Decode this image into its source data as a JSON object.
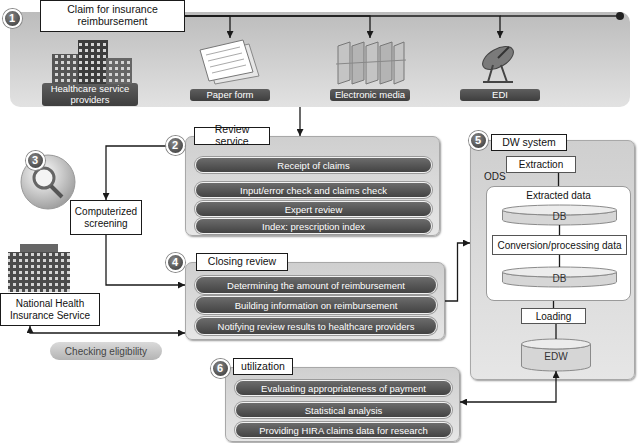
{
  "diagram": {
    "nodes": [
      {
        "text": [
          "Claim for insurance reimbursement"
        ]
      },
      {
        "text": [
          "Healthcare service providers"
        ],
        "in": 0
      },
      {
        "text": [
          "Paper form"
        ],
        "in": 0
      },
      {
        "text": [
          "Electronic media"
        ],
        "in": 0
      },
      {
        "text": [
          "EDI"
        ],
        "in": 0
      },
      {
        "text": [
          "Review service"
        ]
      },
      {
        "text": [
          "Receipt of claims"
        ],
        "in": 5
      },
      {
        "text": [
          "Input/error check and claims check"
        ],
        "in": 5
      },
      {
        "text": [
          "Expert review"
        ],
        "in": 5
      },
      {
        "text": [
          "Index: prescription index"
        ],
        "in": 5
      },
      {
        "text": [
          "Computerized screening"
        ]
      },
      {
        "text": [
          "National Health Insurance Service"
        ]
      },
      {
        "text": [
          "Checking eligibility"
        ]
      },
      {
        "text": [
          "Closing review"
        ]
      },
      {
        "text": [
          "Determining the amount of reimbursement"
        ],
        "in": 13
      },
      {
        "text": [
          "Building information on reimbursement"
        ],
        "in": 13
      },
      {
        "text": [
          "Notifying review results to healthcare providers"
        ],
        "in": 13
      },
      {
        "text": [
          "DW system"
        ]
      },
      {
        "text": [
          "Extraction"
        ],
        "in": 17
      },
      {
        "text": [
          "Extracted data"
        ],
        "in": 17
      },
      {
        "text": [
          "DB"
        ],
        "in": 19
      },
      {
        "text": [
          "Conversion/processing data"
        ],
        "in": 19
      },
      {
        "text": [
          "DB"
        ],
        "in": 19
      },
      {
        "text": [
          "Loading"
        ],
        "in": 17
      },
      {
        "text": [
          "EDW"
        ],
        "in": 17
      },
      {
        "text": [
          "utilization"
        ]
      },
      {
        "text": [
          "Evaluating appropriateness of payment"
        ],
        "in": 25
      },
      {
        "text": [
          "Statistical analysis"
        ],
        "in": 25
      },
      {
        "text": [
          "Providing HIRA claims data for research"
        ],
        "in": 25
      }
    ],
    "edges": [
      {
        "from": 0,
        "to": 5,
        "arrow": "to"
      },
      {
        "from": 0,
        "to": 2,
        "arrow": "to"
      },
      {
        "from": 0,
        "to": 3,
        "arrow": "to"
      },
      {
        "from": 0,
        "to": 4,
        "arrow": "to"
      },
      {
        "from": 5,
        "to": 10,
        "arrow": "to"
      },
      {
        "from": 10,
        "to": 13,
        "arrow": "to"
      },
      {
        "from": 11,
        "to": 13,
        "arrow": "both"
      },
      {
        "from": 13,
        "to": 17,
        "arrow": "to"
      },
      {
        "from": 18,
        "to": 19,
        "arrow": "none"
      },
      {
        "from": 20,
        "to": 21,
        "arrow": "none"
      },
      {
        "from": 21,
        "to": 22,
        "arrow": "none"
      },
      {
        "from": 19,
        "to": 23,
        "arrow": "none"
      },
      {
        "from": 23,
        "to": 24,
        "arrow": "none"
      },
      {
        "from": 24,
        "to": 25,
        "arrow": "both"
      }
    ],
    "labels": [
      "1",
      "2",
      "3",
      "4",
      "5",
      "6",
      "ODS"
    ]
  }
}
